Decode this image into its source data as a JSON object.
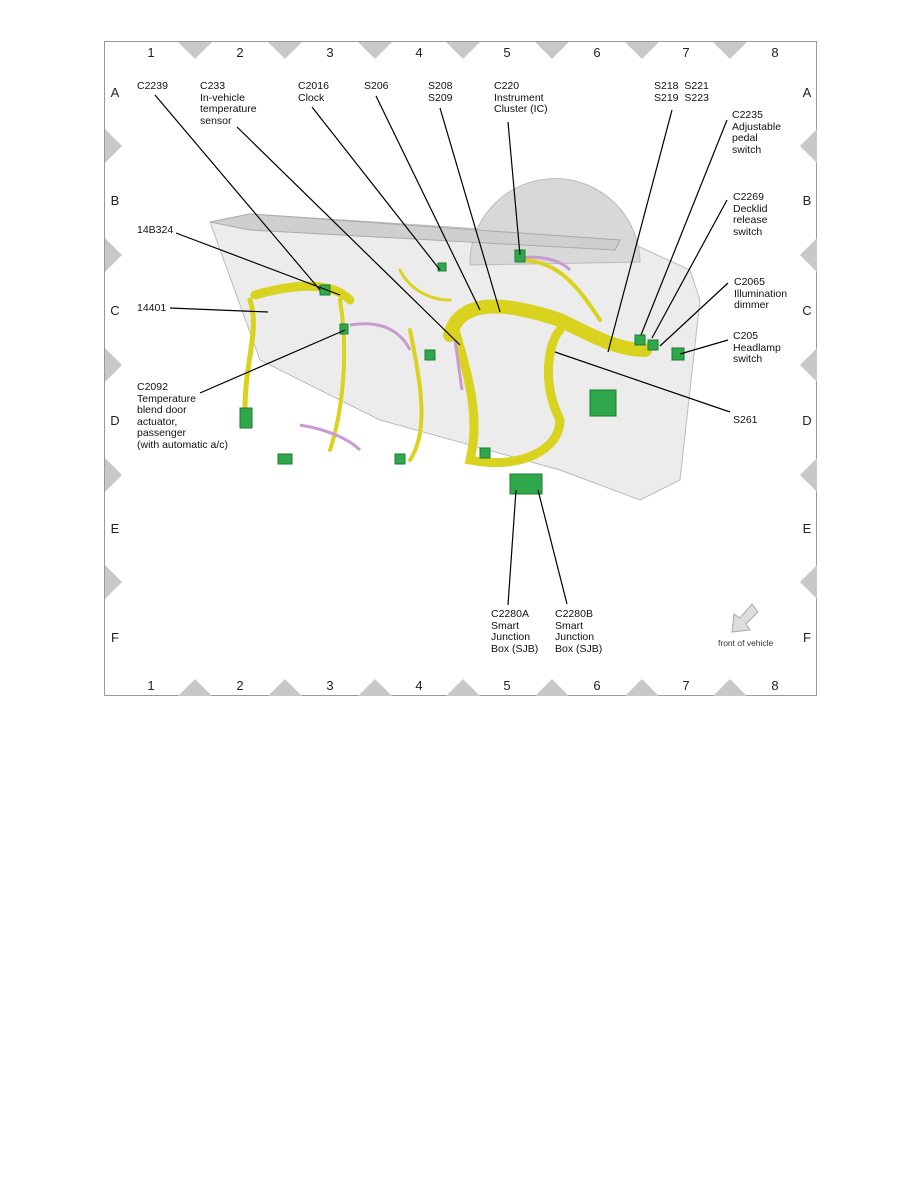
{
  "grid": {
    "columns": [
      "1",
      "2",
      "3",
      "4",
      "5",
      "6",
      "7",
      "8"
    ],
    "rows": [
      "A",
      "B",
      "C",
      "D",
      "E",
      "F"
    ]
  },
  "callouts": [
    {
      "id": "C2239",
      "lines": [
        "C2239"
      ]
    },
    {
      "id": "C233",
      "lines": [
        "C233",
        "In-vehicle",
        "temperature",
        "sensor"
      ]
    },
    {
      "id": "C2016",
      "lines": [
        "C2016",
        "Clock"
      ]
    },
    {
      "id": "S206",
      "lines": [
        "S206"
      ]
    },
    {
      "id": "S208",
      "lines": [
        "S208",
        "S209"
      ]
    },
    {
      "id": "C220",
      "lines": [
        "C220",
        "Instrument",
        "Cluster (IC)"
      ]
    },
    {
      "id": "S218",
      "lines": [
        "S218  S221",
        "S219  S223"
      ]
    },
    {
      "id": "C2235",
      "lines": [
        "C2235",
        "Adjustable",
        "pedal",
        "switch"
      ]
    },
    {
      "id": "C2269",
      "lines": [
        "C2269",
        "Decklid",
        "release",
        "switch"
      ]
    },
    {
      "id": "C2065",
      "lines": [
        "C2065",
        "Illumination",
        "dimmer"
      ]
    },
    {
      "id": "C205",
      "lines": [
        "C205",
        "Headlamp",
        "switch"
      ]
    },
    {
      "id": "S261",
      "lines": [
        "S261"
      ]
    },
    {
      "id": "14B324",
      "lines": [
        "14B324"
      ]
    },
    {
      "id": "14401",
      "lines": [
        "14401"
      ]
    },
    {
      "id": "C2092",
      "lines": [
        "C2092",
        "Temperature",
        "blend door",
        "actuator,",
        "passenger",
        "(with automatic a/c)"
      ]
    },
    {
      "id": "C2280A",
      "lines": [
        "C2280A",
        "Smart",
        "Junction",
        "Box (SJB)"
      ]
    },
    {
      "id": "C2280B",
      "lines": [
        "C2280B",
        "Smart",
        "Junction",
        "Box (SJB)"
      ]
    }
  ],
  "front_of_vehicle": "front of vehicle",
  "colors": {
    "harness": "#e6e22a",
    "connector": "#2ea84a",
    "sub_wire": "#c89ad0",
    "panel": "#e4e4e4"
  }
}
